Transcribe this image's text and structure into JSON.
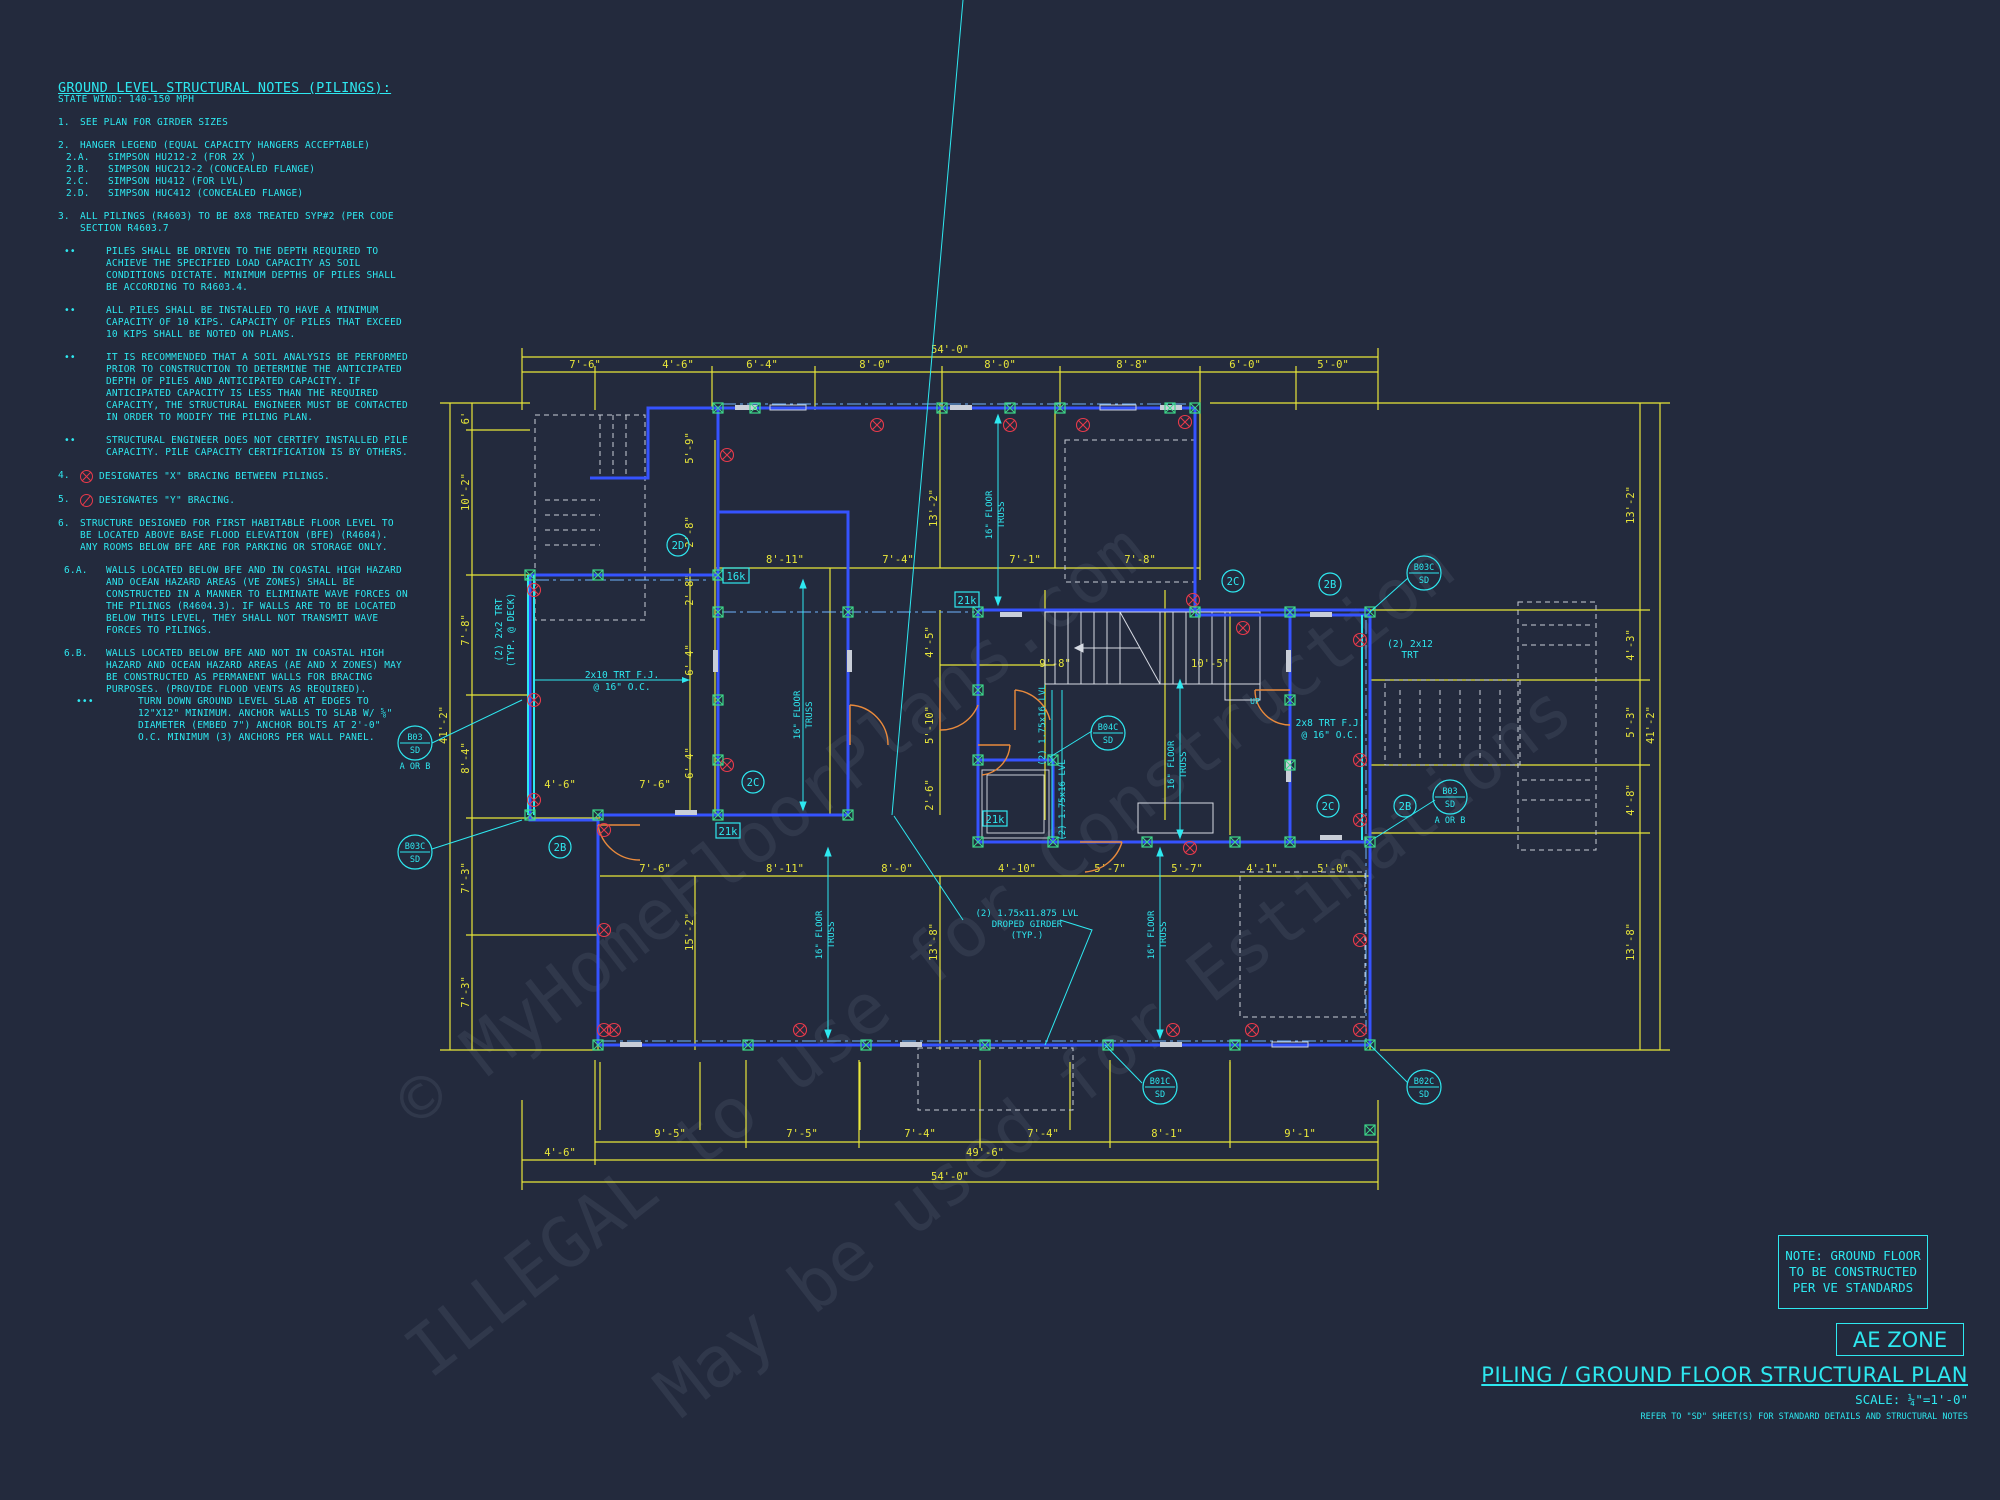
{
  "colors": {
    "background": "#232a3d",
    "dimension": "#e8e63a",
    "wall": "#3553ff",
    "wall_fill": "#1d2cb8",
    "text": "#2ee8f0",
    "bracing": "#e83a4b",
    "piling": "#3dd98a",
    "hidden_line": "#c9ced8"
  },
  "notes": {
    "title": "GROUND LEVEL STRUCTURAL NOTES (PILINGS):",
    "wind": "STATE Wind: 140-150 mph",
    "n1": {
      "no": "1.",
      "text": "SEE PLAN FOR GIRDER SIZES"
    },
    "n2": {
      "no": "2.",
      "text": "HANGER LEGEND (EQUAL CAPACITY HANGERS ACCEPTABLE)"
    },
    "n2a": {
      "no": "2.A.",
      "text": "SIMPSON HU212-2 (FOR 2X )"
    },
    "n2b": {
      "no": "2.B.",
      "text": "SIMPSON HUC212-2 (CONCEALED FLANGE)"
    },
    "n2c": {
      "no": "2.C.",
      "text": "SIMPSON HU412 (FOR LVL)"
    },
    "n2d": {
      "no": "2.D.",
      "text": "SIMPSON HUC412 (CONCEALED FLANGE)"
    },
    "n3": {
      "no": "3.",
      "text": "ALL PILINGS (R4603) TO BE 8X8 TREATED SYP#2 (PER CODE SECTION R4603.7"
    },
    "b1": {
      "no": "••",
      "text": "PILES SHALL BE DRIVEN TO THE DEPTH REQUIRED TO ACHIEVE THE SPECIFIED LOAD CAPACITY AS SOIL CONDITIONS DICTATE. MINIMUM DEPTHS OF PILES SHALL BE ACCORDING TO R4603.4."
    },
    "b2": {
      "no": "••",
      "text": "ALL PILES SHALL BE INSTALLED TO HAVE A MINIMUM CAPACITY OF 10 KIPS. CAPACITY OF PILES THAT EXCEED 10 KIPS SHALL BE NOTED ON PLANS."
    },
    "b3": {
      "no": "••",
      "text": "IT IS RECOMMENDED THAT A SOIL ANALYSIS BE PERFORMED PRIOR TO CONSTRUCTION TO DETERMINE THE ANTICIPATED DEPTH OF PILES AND ANTICIPATED CAPACITY. IF ANTICIPATED CAPACITY IS LESS THAN THE REQUIRED CAPACITY, THE STRUCTURAL ENGINEER MUST BE CONTACTED IN ORDER TO MODIFY THE PILING PLAN."
    },
    "b4": {
      "no": "••",
      "text": "STRUCTURAL ENGINEER DOES NOT CERTIFY INSTALLED PILE CAPACITY. PILE CAPACITY CERTIFICATION IS BY OTHERS."
    },
    "n4": {
      "no": "4.",
      "text": "DESIGNATES \"X\" BRACING BETWEEN PILINGS."
    },
    "n5": {
      "no": "5.",
      "text": "DESIGNATES \"Y\" BRACING."
    },
    "n6": {
      "no": "6.",
      "text": "STRUCTURE DESIGNED FOR FIRST HABITABLE FLOOR LEVEL TO BE LOCATED ABOVE BASE FLOOD ELEVATION (BFE) (R4604). ANY ROOMS BELOW BFE ARE FOR PARKING OR STORAGE ONLY."
    },
    "n6a": {
      "no": "6.A.",
      "text": "WALLS LOCATED BELOW BFE AND IN COASTAL HIGH HAZARD AND OCEAN HAZARD AREAS (VE ZONES) SHALL BE CONSTRUCTED IN A MANNER TO ELIMINATE WAVE FORCES ON THE PILINGS (R4604.3). IF WALLS ARE TO BE LOCATED BELOW THIS LEVEL, THEY SHALL NOT TRANSMIT WAVE FORCES TO PILINGS."
    },
    "n6b": {
      "no": "6.B.",
      "text": "WALLS LOCATED BELOW BFE AND NOT IN COASTAL HIGH HAZARD AND OCEAN HAZARD AREAS (AE AND X ZONES) MAY BE CONSTRUCTED AS PERMANENT WALLS FOR BRACING PURPOSES. (PROVIDE FLOOD VENTS AS REQUIRED)."
    },
    "b5": {
      "no": "•••",
      "text": "TURN DOWN GROUND LEVEL SLAB AT EDGES TO 12\"x12\" MINIMUM. ANCHOR WALLS TO SLAB W/ ⅝\" DIAMETER (EMBED 7\") ANCHOR BOLTS AT 2'-0\" O.C. MINIMUM (3) ANCHORS PER WALL PANEL."
    }
  },
  "note_box": [
    "NOTE: GROUND FLOOR",
    "TO BE CONSTRUCTED",
    "PER VE STANDARDS"
  ],
  "zone_label": "AE ZONE",
  "plan_title": "PILING / GROUND FLOOR STRUCTURAL PLAN",
  "scale": "SCALE: ¼\"=1'-0\"",
  "reference": "REFER TO \"SD\" SHEET(S) FOR STANDARD DETAILS AND STRUCTURAL NOTES",
  "watermark": [
    "© MyHomeFloorPlans.com",
    "ILLEGAL to use for Construction",
    "May be used for Estimations"
  ],
  "dims": {
    "overall": "54'-0\"",
    "top": [
      "7'-6\"",
      "4'-6\"",
      "6'-4\"",
      "8'-0\"",
      "8'-0\"",
      "8'-8\"",
      "6'-0\"",
      "5'-0\""
    ],
    "bottom_inner": [
      "4'-6\"",
      "9'-5\"",
      "7'-5\"",
      "7'-4\"",
      "7'-4\"",
      "8'-1\"",
      "9'-1\""
    ],
    "bottom_mid": "49'-6\"",
    "left_outer": "41'-2\"",
    "left": [
      "6'",
      "10'-2\"",
      "7'-8\"",
      "8'-4\"",
      "7'-3\"",
      "7'-3\""
    ],
    "right_outer": "41'-2\"",
    "right": [
      "13'-2\"",
      "4'-3\"",
      "5'-3\"",
      "4'-8\"",
      "13'-8\""
    ],
    "interior": [
      "8'-11\"",
      "7'-4\"",
      "7'-1\"",
      "7'-8\"",
      "7'-6\"",
      "8'-11\"",
      "8'-0\"",
      "4'-10\"",
      "5'-7\"",
      "5'-7\"",
      "4'-1\"",
      "5'-0\"",
      "4'-6\"",
      "7'-6\"",
      "9'-8\"",
      "10'-5\"",
      "5'-10\"",
      "4'-5\"",
      "2'-6\"",
      "13'-2\"",
      "15'-2\"",
      "13'-8\"",
      "6'-4\"",
      "6'-4\"",
      "5'-9\"",
      "2'-8\"",
      "2'-8\""
    ]
  },
  "labels": {
    "joist_2x10": [
      "2x10 TRT F.J.",
      "@ 16\" O.C."
    ],
    "joist_2x8": [
      "2x8 TRT F.J.",
      "@ 16\" O.C."
    ],
    "trt_2x12": [
      "(2) 2x12",
      "TRT"
    ],
    "trt_2x2": [
      "(2) 2x2 TRT",
      "(TYP. @ DECK)"
    ],
    "floor_truss": [
      "16\" FLOOR",
      "TRUSS"
    ],
    "lvl_1": "(2) 1.75x16 LVL",
    "lvl_2": "(2) 1.75x16 LVL",
    "girder": [
      "(2) 1.75x11.875 LVL",
      "DROPED GIRDER",
      "(TYP.)"
    ],
    "hanger_2b": "2B",
    "hanger_2c": "2C",
    "hanger_2d": "2D",
    "post_16k": "16k",
    "post_21k": "21k",
    "up": "UP"
  },
  "callouts": {
    "b03": {
      "code": "B03",
      "sheet": "SD",
      "note": "A OR B"
    },
    "b03c": {
      "code": "B03C",
      "sheet": "SD"
    },
    "b04c": {
      "code": "B04C",
      "sheet": "SD"
    },
    "b01c": {
      "code": "B01C",
      "sheet": "SD"
    },
    "b02c": {
      "code": "B02C",
      "sheet": "SD"
    }
  }
}
